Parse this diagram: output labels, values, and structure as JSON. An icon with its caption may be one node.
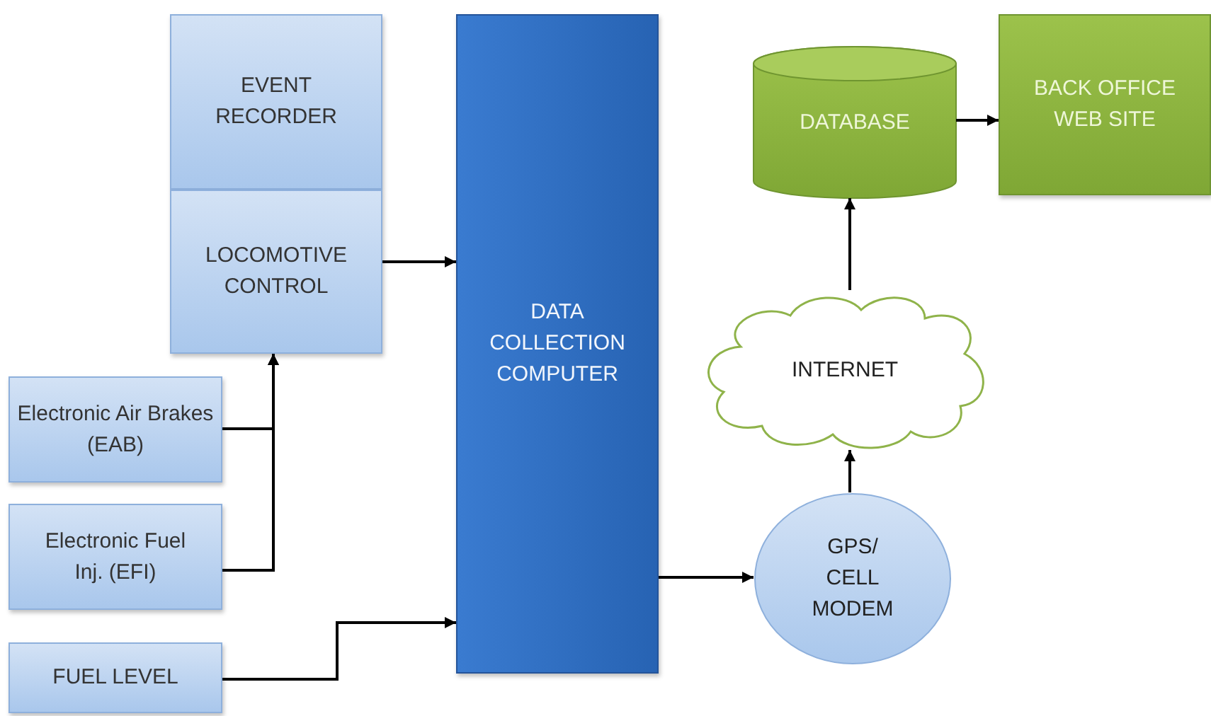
{
  "diagram": {
    "nodes": [
      {
        "text": [
          "EVENT RECORDER"
        ]
      },
      {
        "text": [
          "LOCOMOTIVE CONTROL"
        ]
      },
      {
        "text": [
          "Electronic Air Brakes (EAB)"
        ]
      },
      {
        "text": [
          "Electronic Fuel Inj. (EFI)"
        ]
      },
      {
        "text": [
          "FUEL LEVEL"
        ]
      },
      {
        "text": [
          "DATA COLLECTION COMPUTER"
        ]
      },
      {
        "text": [
          "DATABASE"
        ]
      },
      {
        "text": [
          "BACK OFFICE WEB SITE"
        ]
      },
      {
        "text": [
          "INTERNET"
        ]
      },
      {
        "text": [
          "GPS/ CELL MODEM"
        ]
      }
    ],
    "edges": [
      {
        "from": 1,
        "to": 5,
        "arrow": "to"
      },
      {
        "from": 2,
        "to": 1,
        "arrow": "to"
      },
      {
        "from": 3,
        "to": 1,
        "arrow": "to"
      },
      {
        "from": 4,
        "to": 5,
        "arrow": "to"
      },
      {
        "from": 5,
        "to": 9,
        "arrow": "to"
      },
      {
        "from": 9,
        "to": 8,
        "arrow": "to"
      },
      {
        "from": 8,
        "to": 6,
        "arrow": "to"
      },
      {
        "from": 6,
        "to": 7,
        "arrow": "to"
      }
    ]
  }
}
